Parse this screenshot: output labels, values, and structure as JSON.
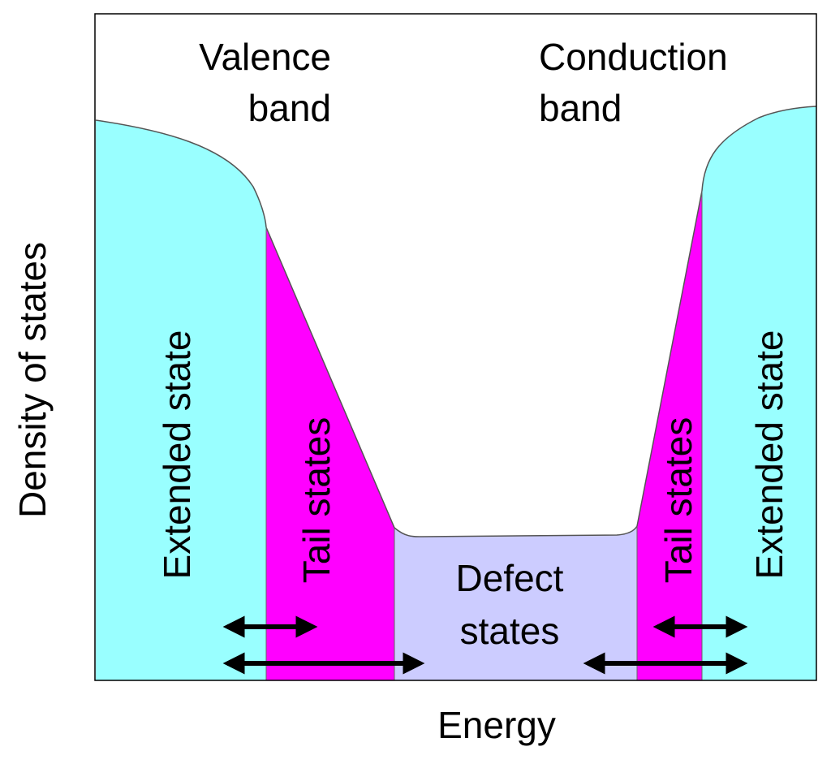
{
  "labels": {
    "valence_line1": "Valence",
    "valence_line2": "band",
    "conduction_line1": "Conduction",
    "conduction_line2": "band",
    "y_axis": "Density of states",
    "x_axis": "Energy",
    "extended_left": "Extended state",
    "extended_right": "Extended state",
    "tail_left": "Tail states",
    "tail_right": "Tail states",
    "defect_line1": "Defect",
    "defect_line2": "states"
  },
  "colors": {
    "extended": "#99ffff",
    "tail": "#ff00ff",
    "defect": "#ccccff",
    "frame": "#000000"
  }
}
